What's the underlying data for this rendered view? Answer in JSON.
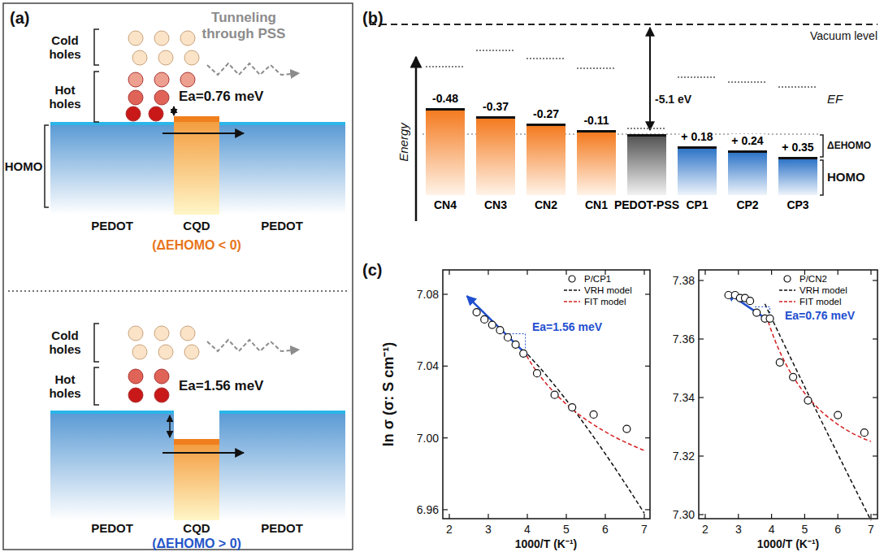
{
  "diagram": {
    "nodes": [
      {
        "text": [
          "-0.48",
          "CN4"
        ]
      },
      {
        "text": [
          "-0.37",
          "CN3"
        ]
      },
      {
        "text": [
          "-0.27",
          "CN2"
        ]
      },
      {
        "text": [
          "-0.11",
          "CN1"
        ]
      },
      {
        "text": [
          "PEDOT-PSS"
        ]
      },
      {
        "text": [
          "+ 0.18",
          "CP1"
        ]
      },
      {
        "text": [
          "+ 0.24",
          "CP2"
        ]
      },
      {
        "text": [
          "+ 0.35",
          "CP3"
        ]
      }
    ],
    "labels": [
      "(a)",
      "Tunneling through PSS",
      "Cold holes",
      "Hot holes",
      "Ea=0.76 meV",
      "HOMO",
      "PEDOT",
      "CQD",
      "PEDOT",
      "(ΔEHOMO < 0)",
      "Cold holes",
      "Hot holes",
      "Ea=1.56 meV",
      "PEDOT",
      "CQD",
      "PEDOT",
      "(ΔEHOMO > 0)",
      "(b)",
      "Vacuum level",
      "Energy",
      "-5.1 eV",
      "EF",
      "ΔEHOMO",
      "HOMO",
      "(c)",
      "ln σ (σ: S cm⁻¹)",
      "7.08",
      "7.04",
      "7.00",
      "6.96",
      "2",
      "3",
      "4",
      "5",
      "6",
      "7",
      "1000/T (K⁻¹)",
      "Ea=1.56 meV",
      "7.38",
      "7.36",
      "7.34",
      "7.32",
      "7.30",
      "2",
      "3",
      "4",
      "5",
      "6",
      "7",
      "1000/T (K⁻¹)",
      "Ea=0.76 meV"
    ],
    "legend": [
      {
        "text": "P/CP1"
      },
      {
        "text": "VRH model"
      },
      {
        "text": "FIT model"
      },
      {
        "text": "P/CN2"
      },
      {
        "text": "VRH model"
      },
      {
        "text": "FIT model"
      }
    ]
  }
}
